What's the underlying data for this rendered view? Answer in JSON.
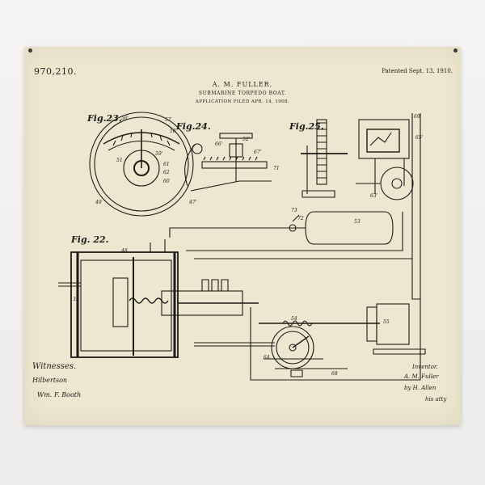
{
  "patent": {
    "number": "970,210.",
    "patented": "Patented Sept. 13, 1910.",
    "inventor_name": "A. M. FULLER.",
    "title": "SUBMARINE TORPEDO BOAT.",
    "filed": "APPLICATION FILED APR. 14, 1908."
  },
  "figures": {
    "fig23": "Fig.23.",
    "fig24": "Fig.24.",
    "fig25": "Fig.25.",
    "fig22": "Fig. 22."
  },
  "witnesses": {
    "heading": "Witnesses.",
    "sig1": "Hilbertson",
    "sig2": "Wm. F. Booth"
  },
  "inventor": {
    "heading": "Inventor.",
    "sig1": "A. M. Fuller",
    "sig2": "by H. Allen",
    "sig3": "his atty"
  },
  "labels": {
    "l56a": "56'",
    "l57": "57",
    "l58": "58",
    "l49": "49",
    "l51": "51",
    "l59": "59'",
    "l61": "61",
    "l62": "62",
    "l60": "60",
    "l52": "52'",
    "l66": "66'",
    "l67": "67'",
    "l71": "71",
    "l47": "47'",
    "l69": "69",
    "l65": "65'",
    "l63": "63'",
    "l53": "53",
    "l72": "72",
    "l73": "73",
    "l48": "48",
    "l35": "35",
    "l55": "55",
    "l54": "54",
    "l64": "64",
    "l68": "68"
  },
  "colors": {
    "ink": "#1d1b17",
    "paper": "#ede7cf"
  }
}
